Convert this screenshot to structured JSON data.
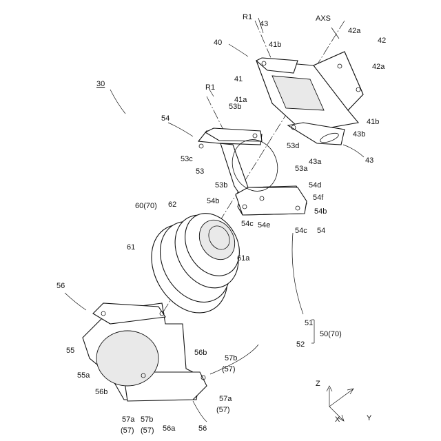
{
  "labels": {
    "assembly": "30",
    "axs": "AXS",
    "r1_top": "R1",
    "r1_mid": "R1",
    "p40": "40",
    "p41": "41",
    "p41a": "41a",
    "p41b_top": "41b",
    "p41b_right": "41b",
    "p42": "42",
    "p42a_top": "42a",
    "p42a_right": "42a",
    "p43_top": "43",
    "p43_bottom": "43",
    "p43a": "43a",
    "p43b": "43b",
    "p54_top": "54",
    "p53b_top": "53b",
    "p53c": "53c",
    "p53": "53",
    "p53b_mid": "53b",
    "p53d": "53d",
    "p53a": "53a",
    "p54d": "54d",
    "p54f": "54f",
    "p54b_left": "54b",
    "p54b_right": "54b",
    "p54c_left": "54c",
    "p54e": "54e",
    "p54c_right": "54c",
    "p54_right": "54",
    "p60": "60(70)",
    "p62": "62",
    "p61": "61",
    "p61a": "61a",
    "p56_top": "56",
    "p55": "55",
    "p55a": "55a",
    "p56b_left": "56b",
    "p56b_right": "56b",
    "p57b_right": "57b",
    "p57_right1": "(57)",
    "p57a_right": "57a",
    "p57_right2": "(57)",
    "p57a_bottom": "57a",
    "p57_b1": "(57)",
    "p57b_bottom": "57b",
    "p57_b2": "(57)",
    "p56a": "56a",
    "p56_bottom": "56",
    "p51": "51",
    "p50": "50(70)",
    "p52": "52",
    "axis_z": "Z",
    "axis_x": "X",
    "axis_y": "Y"
  }
}
